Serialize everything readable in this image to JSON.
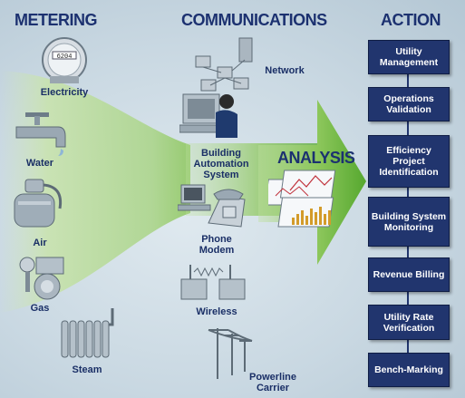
{
  "headers": {
    "metering": "METERING",
    "communications": "COMMUNICATIONS",
    "action": "ACTION"
  },
  "metering": {
    "items": [
      "Electricity",
      "Water",
      "Air",
      "Gas",
      "Steam"
    ],
    "meter_reading": "6204"
  },
  "communications": {
    "items": [
      "Network",
      [
        "Building",
        "Automation",
        "System"
      ],
      [
        "Phone",
        "Modem"
      ],
      "Wireless",
      [
        "Powerline",
        "Carrier"
      ]
    ]
  },
  "analysis": {
    "label": "ANALYSIS"
  },
  "action": {
    "items": [
      "Utility Management",
      "Operations Validation",
      "Efficiency Project Identification",
      "Building System Monitoring",
      "Revenue Billing",
      "Utility Rate Verification",
      "Bench-Marking"
    ]
  },
  "colors": {
    "header_text": "#1c3170",
    "action_box": "#21356e",
    "flow_green": "#8dc75c",
    "background": "#c9d8e2"
  },
  "icons": [
    "electric-meter-icon",
    "water-faucet-icon",
    "air-compressor-icon",
    "gas-meter-icon",
    "steam-radiator-icon",
    "network-icon",
    "building-automation-icon",
    "phone-modem-icon",
    "wireless-icon",
    "powerline-icon",
    "analysis-charts-icon"
  ]
}
